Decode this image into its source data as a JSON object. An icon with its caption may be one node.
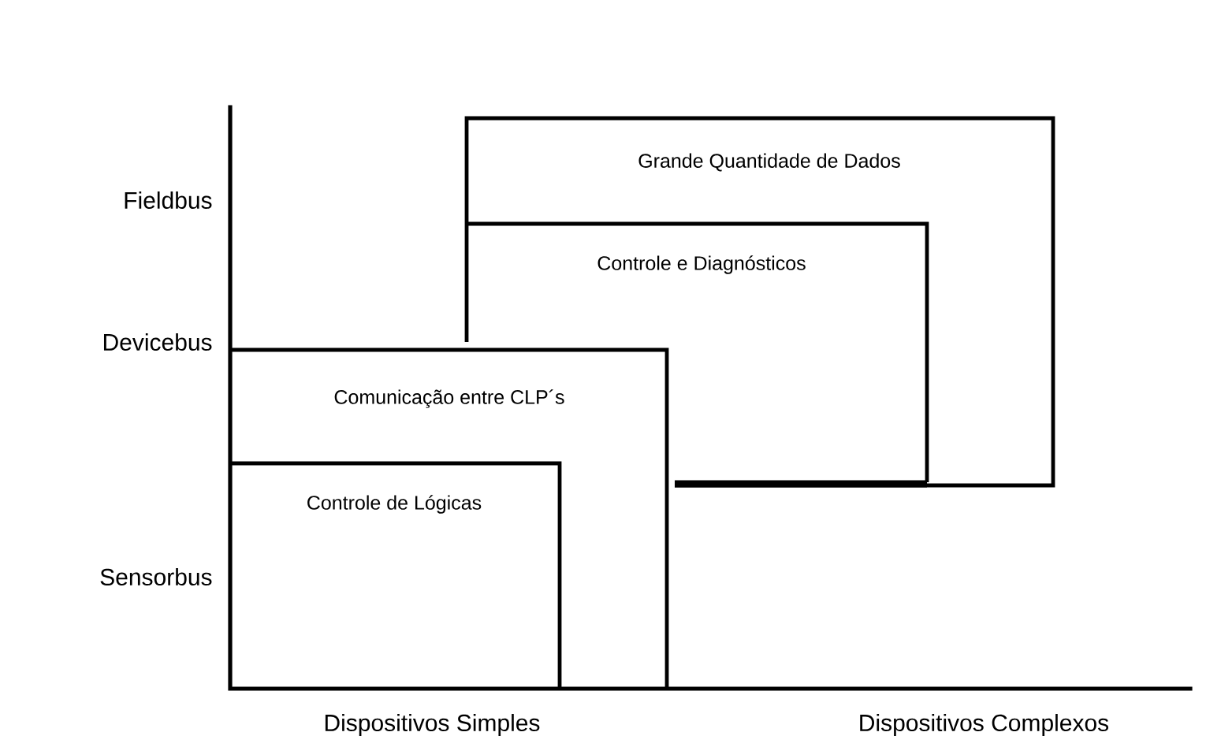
{
  "diagram": {
    "nodes": [
      {
        "text": [
          "Grande Quantidade de Dados"
        ]
      },
      {
        "text": [
          "Controle e Diagnósticos"
        ],
        "in": 0
      },
      {
        "text": [
          "Comunicação entre CLP´s"
        ]
      },
      {
        "text": [
          "Controle de Lógicas"
        ],
        "in": 2
      }
    ],
    "labels": [
      "Fieldbus",
      "Devicebus",
      "Sensorbus",
      "Dispositivos Simples",
      "Dispositivos Complexos"
    ]
  }
}
